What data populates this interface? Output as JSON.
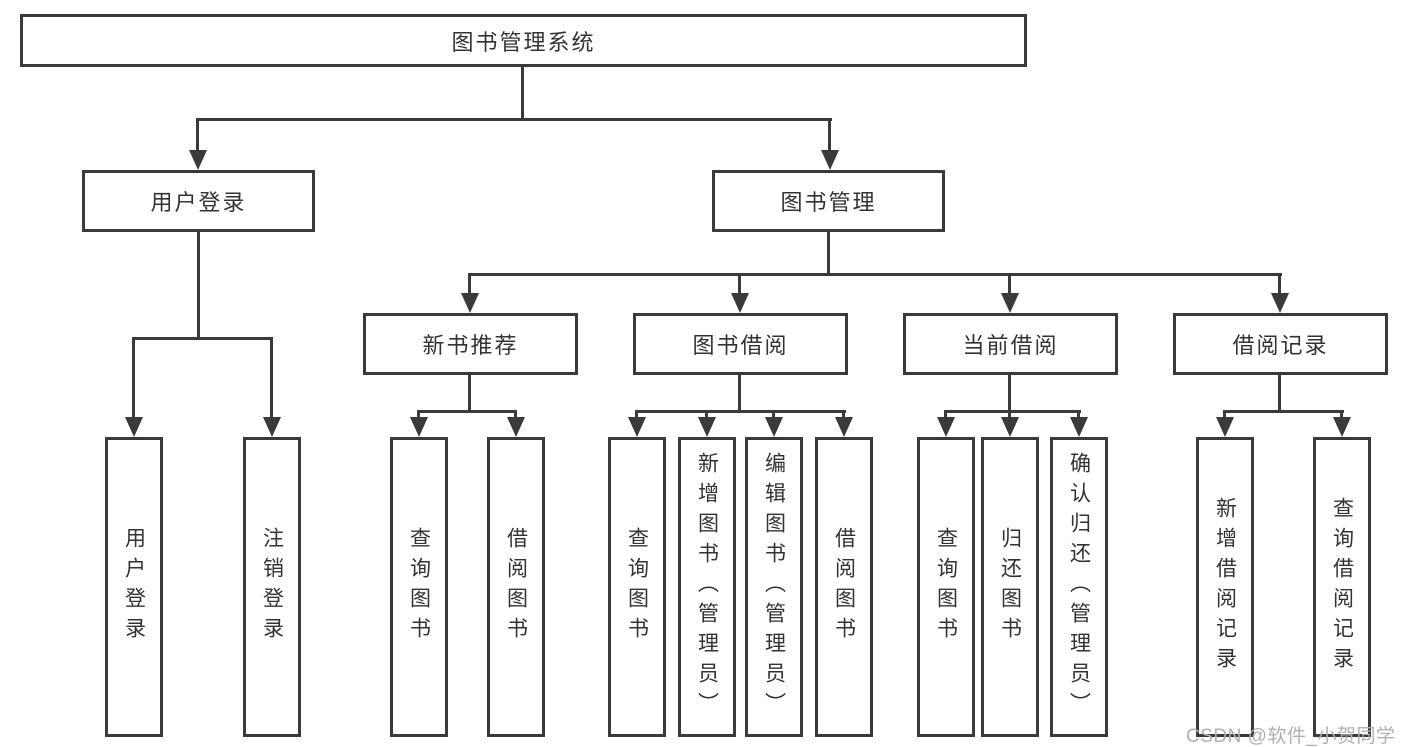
{
  "title": "图书管理系统",
  "watermark": "CSDN @软件_小贺同学",
  "colors": {
    "line": "#3a3a3a",
    "box_border": "#3a3a3a",
    "box_fill": "#ffffff",
    "text": "#333333",
    "watermark": "#b0b0b0",
    "background": "#ffffff"
  },
  "tree": {
    "label": "图书管理系统",
    "children": [
      {
        "label": "用户登录",
        "children": [
          {
            "label": "用户登录"
          },
          {
            "label": "注销登录"
          }
        ]
      },
      {
        "label": "图书管理",
        "children": [
          {
            "label": "新书推荐",
            "children": [
              {
                "label": "查询图书"
              },
              {
                "label": "借阅图书"
              }
            ]
          },
          {
            "label": "图书借阅",
            "children": [
              {
                "label": "查询图书"
              },
              {
                "label": "新增图书（管理员）"
              },
              {
                "label": "编辑图书（管理员）"
              },
              {
                "label": "借阅图书"
              }
            ]
          },
          {
            "label": "当前借阅",
            "children": [
              {
                "label": "查询图书"
              },
              {
                "label": "归还图书"
              },
              {
                "label": "确认归还（管理员）"
              }
            ]
          },
          {
            "label": "借阅记录",
            "children": [
              {
                "label": "新增借阅记录"
              },
              {
                "label": "查询借阅记录"
              }
            ]
          }
        ]
      }
    ]
  }
}
